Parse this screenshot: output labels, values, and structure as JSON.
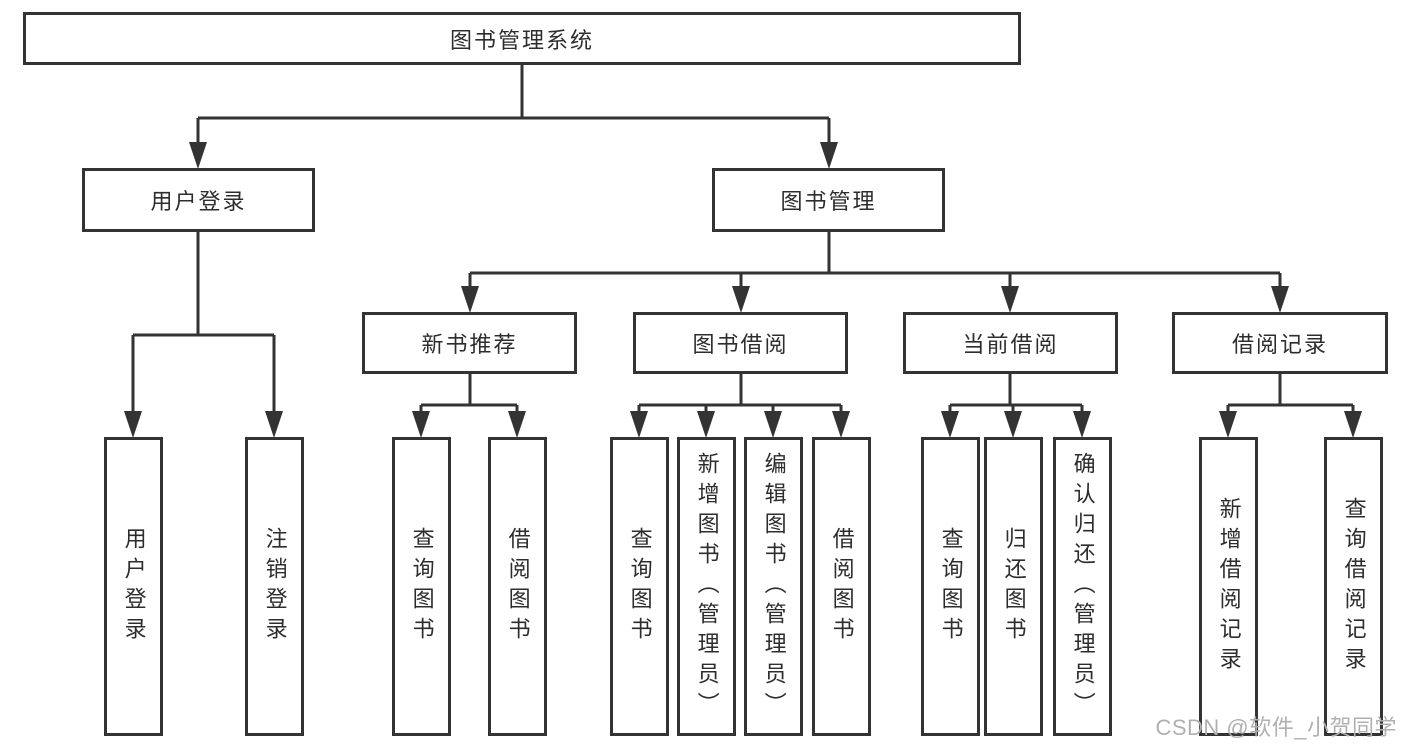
{
  "tree": {
    "root": {
      "label": "图书管理系统",
      "children": [
        {
          "label": "用户登录",
          "children": [
            {
              "label": "用户登录"
            },
            {
              "label": "注销登录"
            }
          ]
        },
        {
          "label": "图书管理",
          "children": [
            {
              "label": "新书推荐",
              "children": [
                {
                  "label": "查询图书"
                },
                {
                  "label": "借阅图书"
                }
              ]
            },
            {
              "label": "图书借阅",
              "children": [
                {
                  "label": "查询图书"
                },
                {
                  "label": "新增图书（管理员）"
                },
                {
                  "label": "编辑图书（管理员）"
                },
                {
                  "label": "借阅图书"
                }
              ]
            },
            {
              "label": "当前借阅",
              "children": [
                {
                  "label": "查询图书"
                },
                {
                  "label": "归还图书"
                },
                {
                  "label": "确认归还（管理员）"
                }
              ]
            },
            {
              "label": "借阅记录",
              "children": [
                {
                  "label": "新增借阅记录"
                },
                {
                  "label": "查询借阅记录"
                }
              ]
            }
          ]
        }
      ]
    }
  },
  "watermark": {
    "text": "CSDN @软件_小贺同学"
  },
  "colors": {
    "line": "#333333",
    "text": "#2d2d2d",
    "watermark": "#b0b0b0",
    "background": "#ffffff"
  }
}
